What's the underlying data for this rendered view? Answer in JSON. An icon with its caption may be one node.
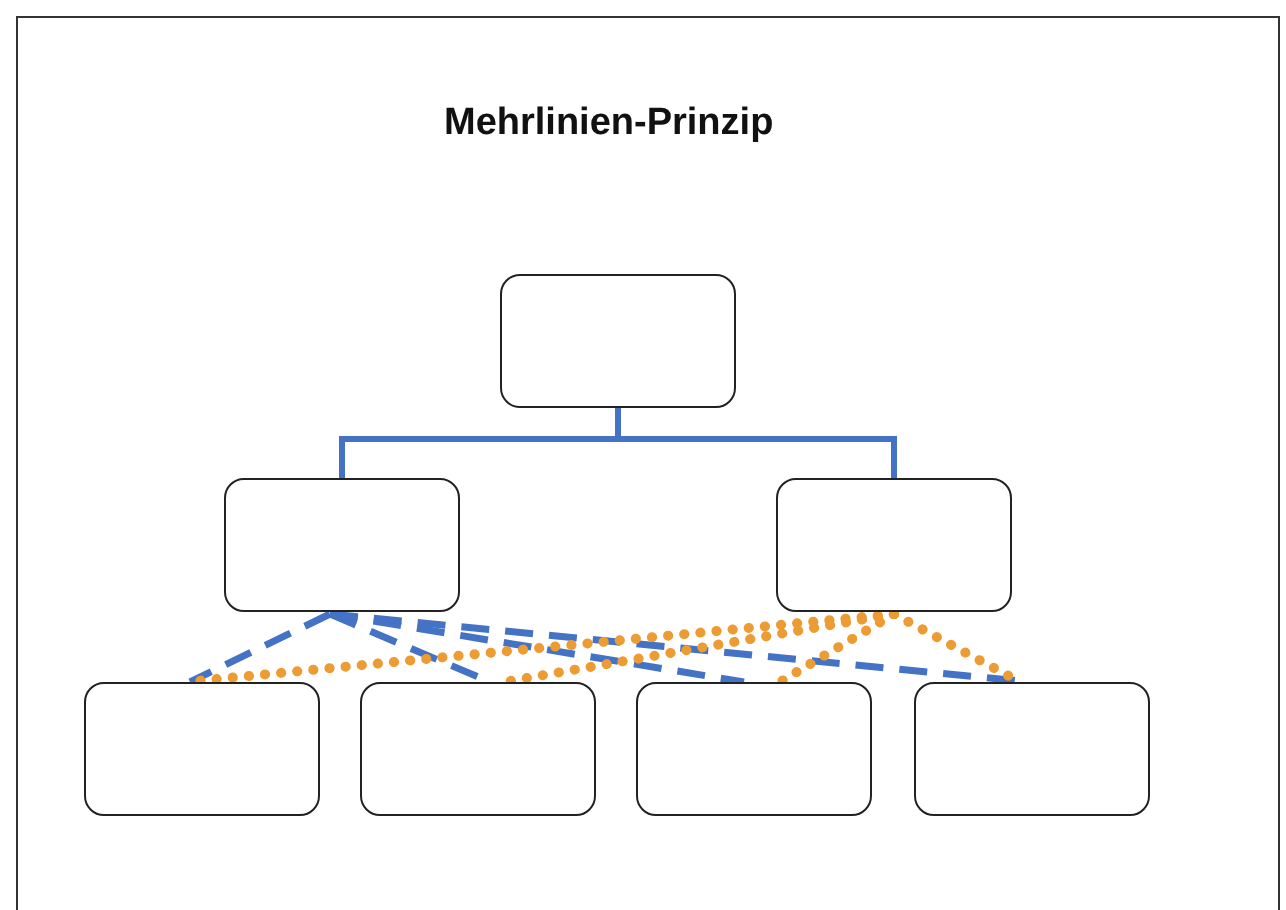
{
  "diagram": {
    "title": "Mehrlinien-Prinzip",
    "nodes": [
      {
        "text": [],
        "shape": "box"
      },
      {
        "text": [],
        "shape": "box"
      },
      {
        "text": [],
        "shape": "box"
      },
      {
        "text": [],
        "shape": "box"
      },
      {
        "text": [],
        "shape": "box"
      },
      {
        "text": [],
        "shape": "box"
      },
      {
        "text": [],
        "shape": "box"
      }
    ],
    "edges": [
      {
        "from": 0,
        "to": 1,
        "arrow": "none",
        "color": "#4472c4"
      },
      {
        "from": 0,
        "to": 2,
        "arrow": "none",
        "color": "#4472c4"
      },
      {
        "from": 1,
        "to": 3,
        "arrow": "none",
        "style": "dashed",
        "color": "#4472c4"
      },
      {
        "from": 1,
        "to": 4,
        "arrow": "none",
        "style": "dashed",
        "color": "#4472c4"
      },
      {
        "from": 1,
        "to": 5,
        "arrow": "none",
        "style": "dashed",
        "color": "#4472c4"
      },
      {
        "from": 1,
        "to": 6,
        "arrow": "none",
        "style": "dashed",
        "color": "#4472c4"
      },
      {
        "from": 2,
        "to": 3,
        "arrow": "none",
        "style": "dashed",
        "color": "#ed9b33"
      },
      {
        "from": 2,
        "to": 4,
        "arrow": "none",
        "style": "dashed",
        "color": "#ed9b33"
      },
      {
        "from": 2,
        "to": 5,
        "arrow": "none",
        "style": "dashed",
        "color": "#ed9b33"
      },
      {
        "from": 2,
        "to": 6,
        "arrow": "none",
        "style": "dashed",
        "color": "#ed9b33"
      }
    ]
  }
}
